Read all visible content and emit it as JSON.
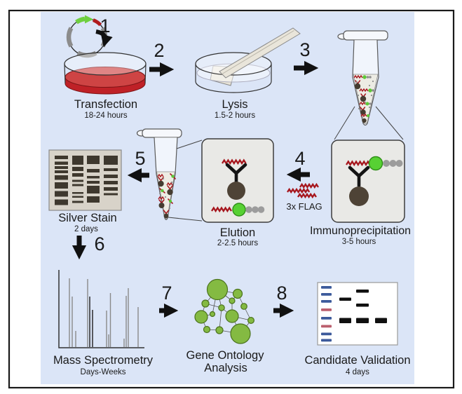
{
  "workflow": {
    "step_numbers": [
      "1",
      "2",
      "3",
      "4",
      "5",
      "6",
      "7",
      "8"
    ],
    "stages": [
      {
        "name": "Transfection",
        "duration": "18-24 hours"
      },
      {
        "name": "Lysis",
        "duration": "1.5-2 hours"
      },
      {
        "name": "Immunoprecipitation",
        "duration": "3-5 hours"
      },
      {
        "name": "Elution",
        "duration": "2-2.5 hours"
      },
      {
        "name": "Silver Stain",
        "duration": "2 days"
      },
      {
        "name": "Mass Spectrometry",
        "duration": "Days-Weeks"
      },
      {
        "name": "Gene Ontology Analysis",
        "name_line1": "Gene Ontology",
        "name_line2": "Analysis"
      },
      {
        "name": "Candidate Validation",
        "duration": "4 days"
      }
    ],
    "reagent_label": "3x FLAG",
    "colors": {
      "panel_background": "#dbe5f7",
      "media_red": "#bf2127",
      "media_red_surface": "#ce4444",
      "plasmid_green": "#6fcf3f",
      "plasmid_red": "#b01b1e",
      "zigzag_red": "#a6161d",
      "bead_brown": "#4e4336",
      "tag_green": "#57d133",
      "tag_gray": "#9c9c9c",
      "go_node_green": "#84ba42",
      "ladder_blue": "#3c5a9b",
      "ladder_pink": "#bb5f6d"
    }
  }
}
